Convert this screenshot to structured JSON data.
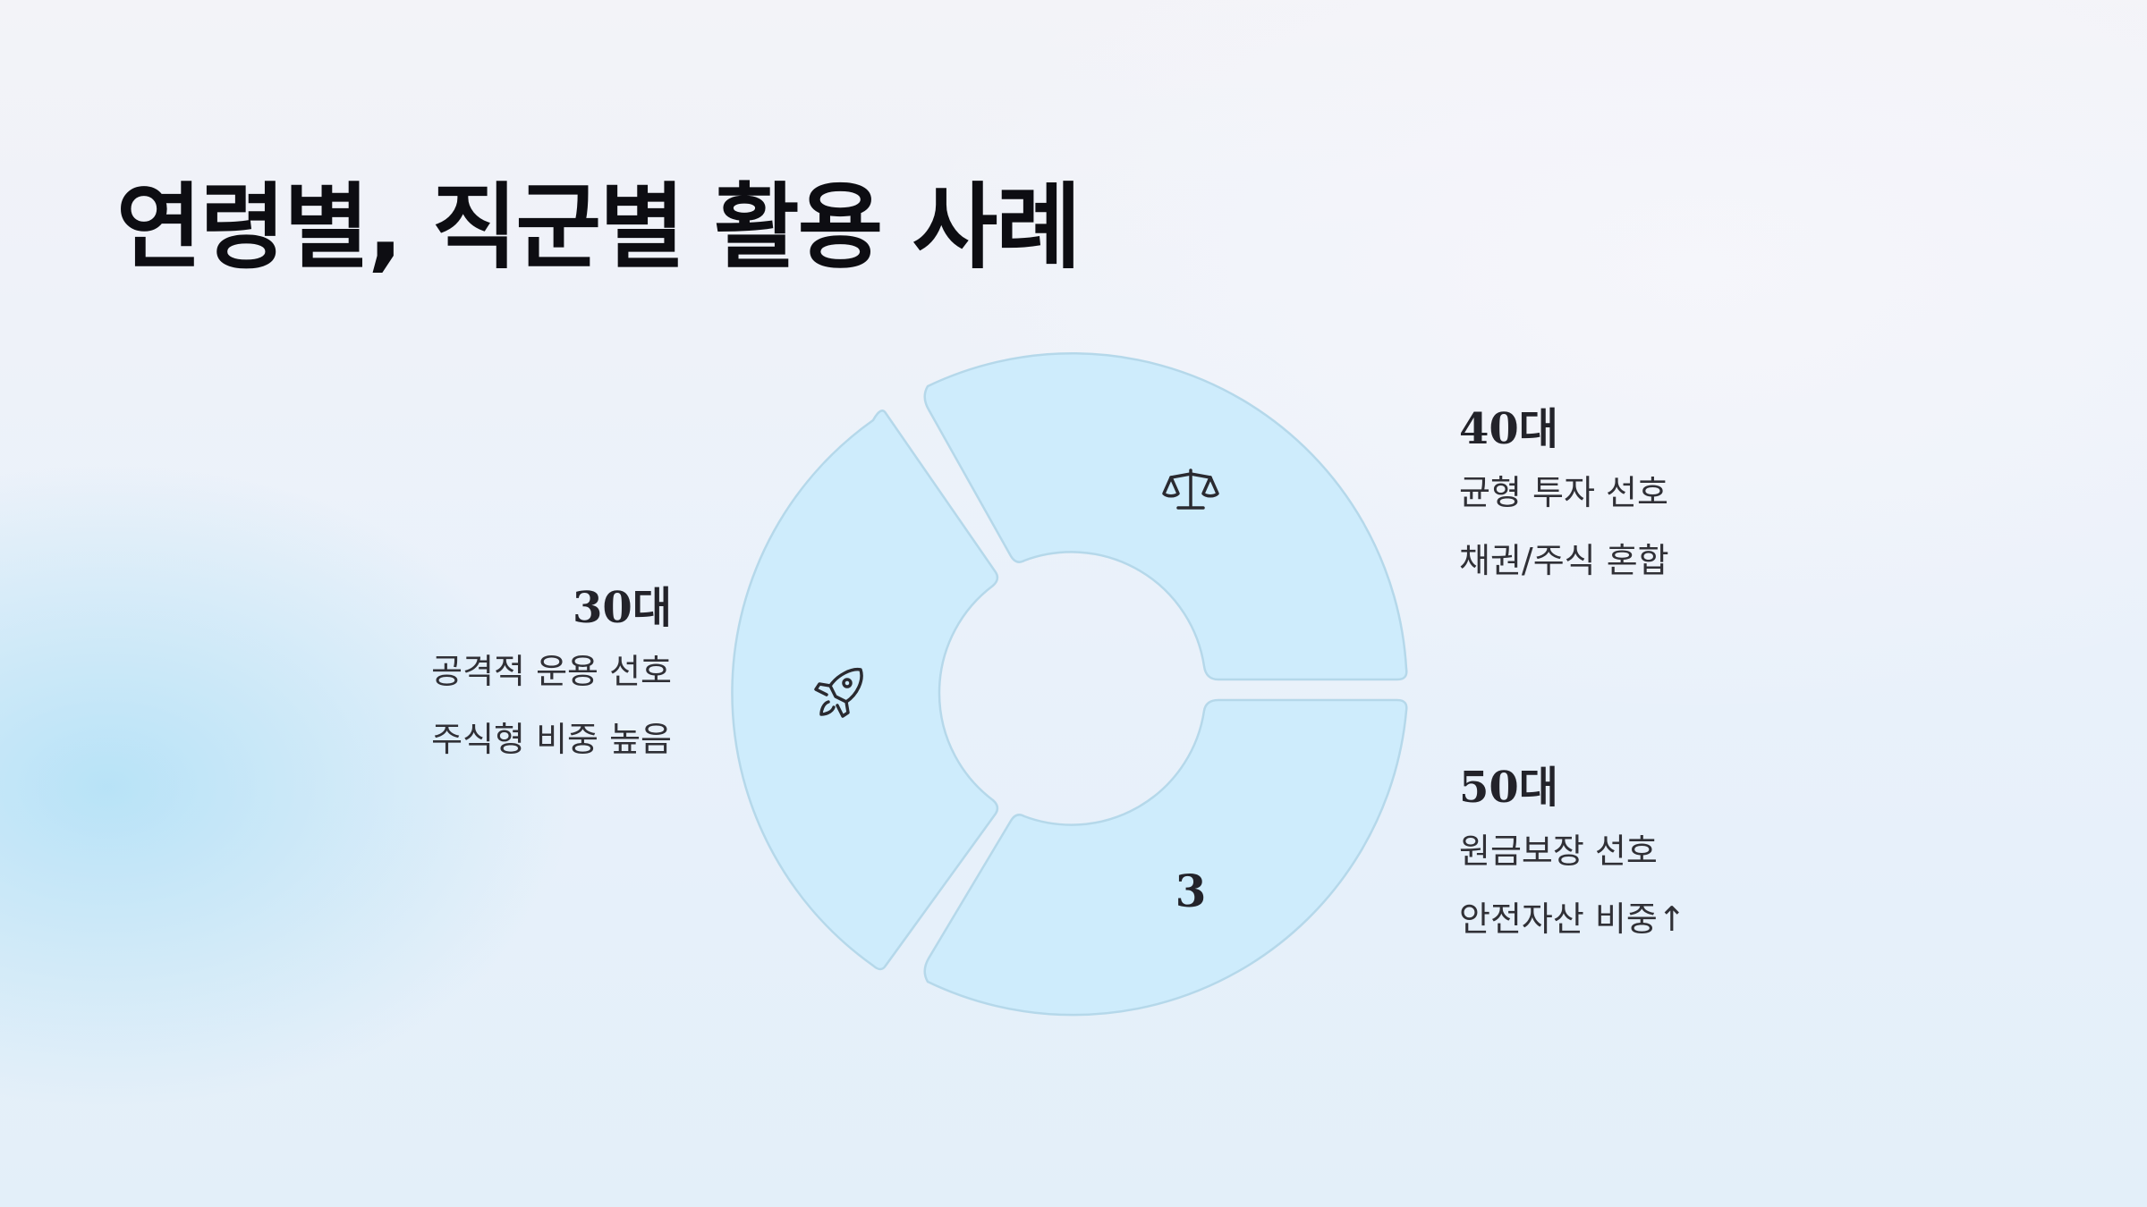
{
  "page": {
    "title": "연령별, 직군별 활용 사례"
  },
  "diagram": {
    "segments": [
      {
        "key": "30s",
        "icon": "rocket-icon",
        "heading": "30대",
        "lines": [
          "공격적 운용 선호",
          "주식형 비중 높음"
        ]
      },
      {
        "key": "40s",
        "icon": "scale-icon",
        "heading": "40대",
        "lines": [
          "균형 투자 선호",
          "채권/주식 혼합"
        ]
      },
      {
        "key": "50s",
        "number": "3",
        "heading": "50대",
        "lines": [
          "원금보장 선호",
          "안전자산 비중↑"
        ]
      }
    ]
  },
  "colors": {
    "segment_fill": "#ceecfc",
    "segment_stroke": "#b5d8ea",
    "text": "#23232a"
  }
}
